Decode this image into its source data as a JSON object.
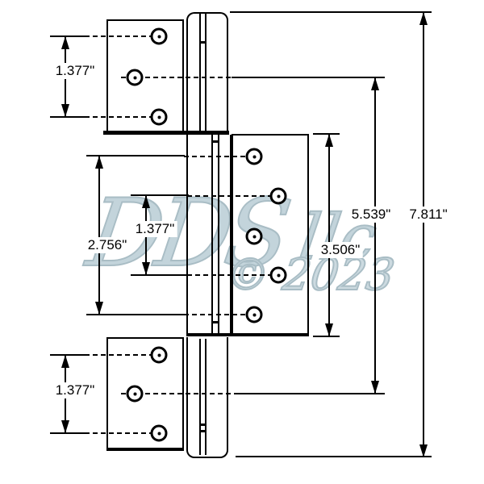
{
  "diagram": {
    "type": "technical-drawing",
    "subject": "Double-leaf door hinge, front elevation with hole-spacing dimensions",
    "units": "inches",
    "dimension_labels": {
      "top_leaf_hole_spacing": "1.377\"",
      "middle_leaf_inner_hole_spacing": "1.377\"",
      "middle_leaf_outer_hole_spacing": "2.756\"",
      "middle_leaf_height": "3.506\"",
      "bottom_leaf_hole_spacing": "1.377\"",
      "center_hole_span": "5.539\"",
      "overall_height": "7.811\""
    },
    "watermark": {
      "name": "DDS",
      "suffix": "llc",
      "copyright": "© 2023"
    },
    "colors": {
      "line": "#000000",
      "background": "#ffffff",
      "watermark": "#c3d4db"
    }
  }
}
